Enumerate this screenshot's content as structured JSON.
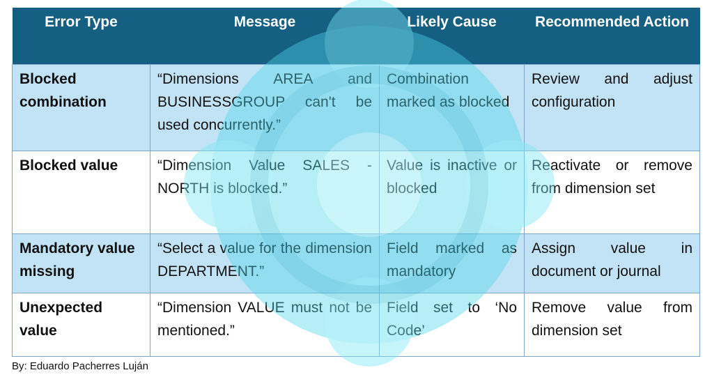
{
  "table": {
    "headers": [
      "Error Type",
      "Message",
      "Likely Cause",
      "Recommended Action"
    ],
    "rows": [
      {
        "type": "Blocked combination",
        "message": "“Dimensions AREA and BUSINESSGROUP can't be used concurrently.”",
        "cause": "Combination marked as blocked",
        "action": "Review and adjust configuration"
      },
      {
        "type": "Blocked value",
        "message": "“Dimension Value SALES - NORTH is blocked.”",
        "cause": "Value is inactive or blocked",
        "action": "Reactivate or remove from dimension set"
      },
      {
        "type": "Mandatory value missing",
        "message": "“Select a value for the dimension DEPARTMENT.”",
        "cause": "Field marked as mandatory",
        "action": "Assign value in document or journal"
      },
      {
        "type": "Unexpected value",
        "message": "“Dimension VALUE must not be mentioned.”",
        "cause": "Field set to ‘No Code’",
        "action": "Remove value from dimension set"
      }
    ]
  },
  "credit": "By: Eduardo Pacherres Luján",
  "watermark": {
    "icon": "dimension-hub-logo-icon",
    "color": "#4fd6ea"
  }
}
